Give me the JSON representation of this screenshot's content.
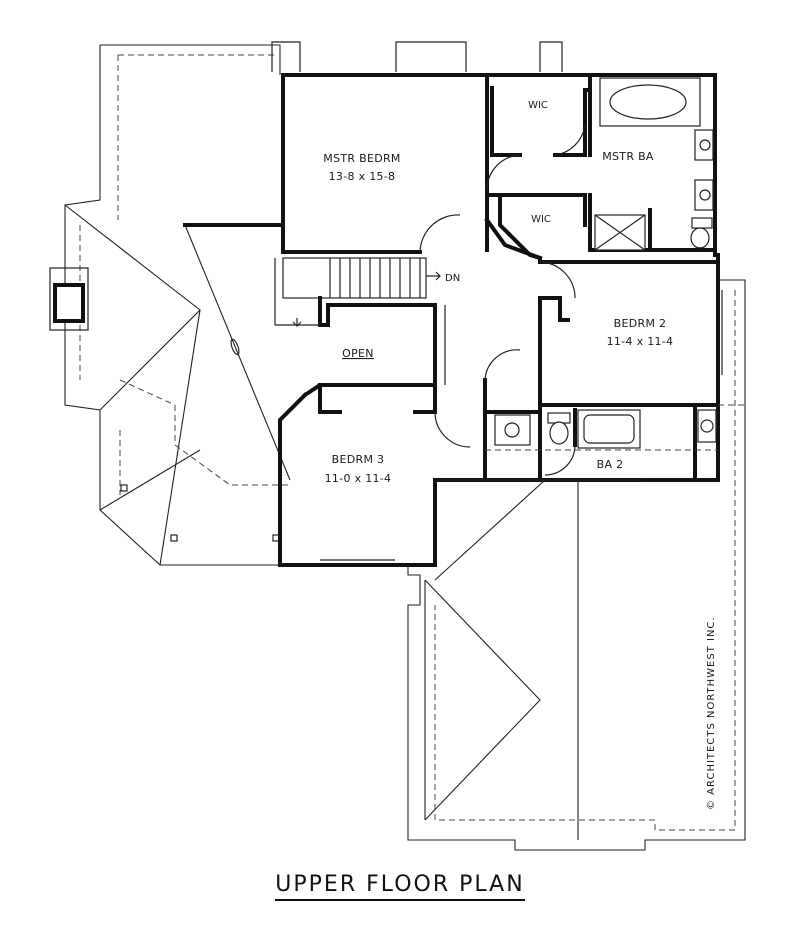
{
  "title": "UPPER FLOOR PLAN",
  "copyright": "© ARCHITECTS NORTHWEST INC.",
  "rooms": {
    "master_bedroom": {
      "name": "MSTR BEDRM",
      "dims": "13-8 x 15-8"
    },
    "master_bath": {
      "name": "MSTR BA"
    },
    "wic_upper": {
      "name": "WIC"
    },
    "wic_lower": {
      "name": "WIC"
    },
    "bedroom_2": {
      "name": "BEDRM 2",
      "dims": "11-4 x 11-4"
    },
    "bedroom_3": {
      "name": "BEDRM 3",
      "dims": "11-0 x 11-4"
    },
    "bath_2": {
      "name": "BA 2"
    },
    "open": {
      "name": "OPEN"
    }
  },
  "stair": {
    "label": "DN"
  }
}
